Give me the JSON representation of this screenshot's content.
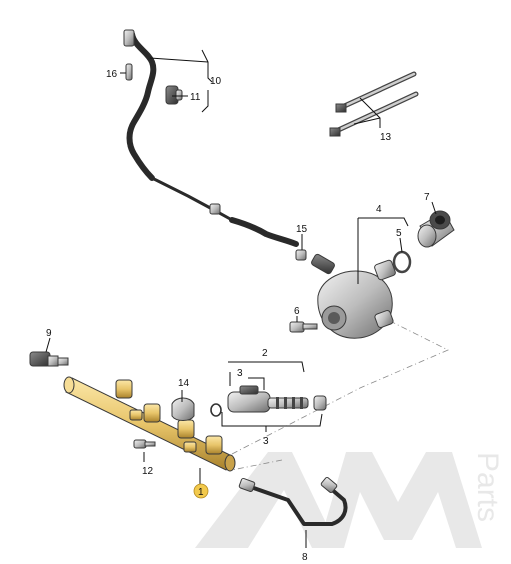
{
  "colors": {
    "highlight_part": "#e8c56a",
    "highlight_badge": "#f2c94c",
    "metal": "#bdbdbd",
    "watermark": "#d6d6d6"
  },
  "callouts": {
    "c1": "1",
    "c2": "2",
    "c3a": "3",
    "c3b": "3",
    "c4": "4",
    "c5": "5",
    "c6": "6",
    "c7": "7",
    "c8": "8",
    "c9": "9",
    "c10": "10",
    "c11": "11",
    "c12": "12",
    "c13": "13",
    "c14": "14",
    "c15": "15",
    "c16": "16"
  },
  "watermark": {
    "side_text": "Parts"
  }
}
